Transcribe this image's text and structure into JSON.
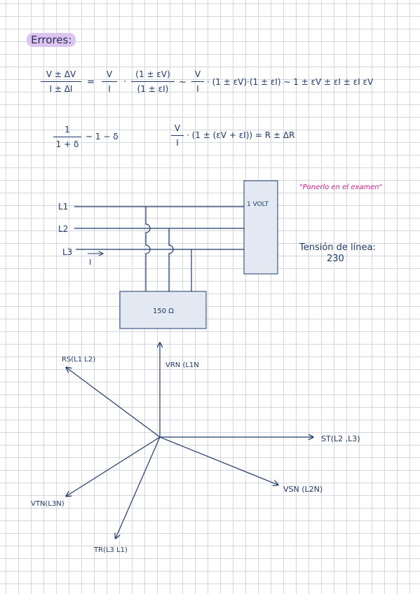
{
  "title": "Errores:",
  "formula1": {
    "f1_num": "V ± ΔV",
    "f1_den": "I ± ΔI",
    "eq": "=",
    "f2_num": "V",
    "f2_den": "I",
    "dot": "·",
    "f3_num": "(1 ± εV)",
    "f3_den": "(1 ± εI)",
    "approx": "~",
    "f4_num": "V",
    "f4_den": "I",
    "tail": "· (1 ± εV)·(1 ± εI) ~ 1 ± εV ± εI ± εI εV"
  },
  "formula2": {
    "f_num": "1",
    "f_den": "1 + δ",
    "rhs": "~ 1 − δ",
    "g_num": "V",
    "g_den": "I",
    "tail": "· (1 ± (εV + εI)) = R ± ΔR"
  },
  "note": "\"Ponerlo en el examen\"",
  "circuit": {
    "lines": [
      "L1",
      "L2",
      "L3"
    ],
    "current": "I",
    "voltmeter_box": "1 VOLT",
    "load_box": "150 Ω"
  },
  "tension": {
    "label": "Tensión de línea:",
    "value": "230"
  },
  "phasors": {
    "rs": "RS(L1 L2)",
    "vrn": "VRN (L1N",
    "st": "ST(L2 ,L3)",
    "vsn": "VSN (L2N)",
    "vtn": "VTN(L3N)",
    "tr": "TR(L3 L1)"
  },
  "colors": {
    "ink": "#1f3a6b",
    "box_fill": "#e3e9f3",
    "highlight": "#dcc4f0",
    "note": "#d61a8f"
  }
}
